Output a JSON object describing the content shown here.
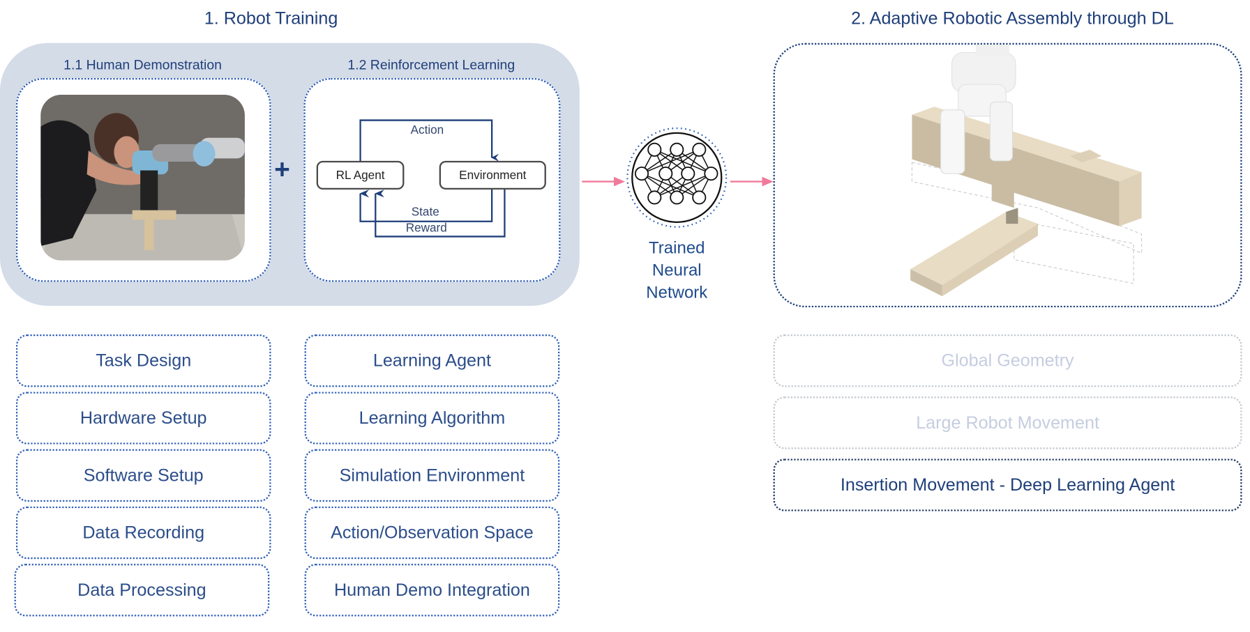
{
  "section1": {
    "title": "1. Robot Training",
    "sub1": {
      "title": "1.1 Human Demonstration",
      "image_alt": "Person guiding a collaborative robot arm to insert a wooden beam",
      "items": [
        "Task Design",
        "Hardware Setup",
        "Software Setup",
        "Data Recording",
        "Data Processing"
      ]
    },
    "plus_symbol": "+",
    "sub2": {
      "title": "1.2 Reinforcement Learning",
      "diagram": {
        "agent_label": "RL Agent",
        "environment_label": "Environment",
        "action_label": "Action",
        "state_label": "State",
        "reward_label": "Reward"
      },
      "items": [
        "Learning Agent",
        "Learning Algorithm",
        "Simulation Environment",
        "Action/Observation Space",
        "Human Demo Integration"
      ]
    }
  },
  "network": {
    "label_line1": "Trained",
    "label_line2": "Neural",
    "label_line3": "Network",
    "icon": "neural-network-icon"
  },
  "section2": {
    "title": "2. Adaptive Robotic Assembly through DL",
    "image_alt": "Robot gripper inserting a timber beam into a lap joint",
    "items": [
      {
        "label": "Global Geometry",
        "state": "faded"
      },
      {
        "label": "Large Robot Movement",
        "state": "faded"
      },
      {
        "label": "Insertion Movement - Deep Learning Agent",
        "state": "active"
      }
    ]
  },
  "colors": {
    "primary_text": "#1f3f7a",
    "panel_background": "#d4dce8",
    "dotted_border": "#2f5fb8",
    "arrow": "#f07a9a",
    "faded_text": "#c5cde0",
    "timber": "#e6dac4"
  }
}
